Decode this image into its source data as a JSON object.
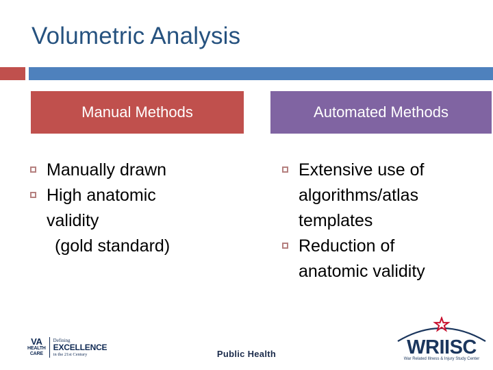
{
  "slide": {
    "title": "Volumetric Analysis",
    "accent_colors": {
      "title_blue": "#26527F",
      "rule_red": "#C0504D",
      "rule_blue": "#4E81BD",
      "chip_red": "#C0504D",
      "chip_purple": "#8064A2",
      "bullet_square": "#B5807F"
    },
    "columns": [
      {
        "header": "Manual Methods",
        "header_color": "#C0504D",
        "bullets": [
          {
            "text": "Manually drawn",
            "marker": "square",
            "continuations": []
          },
          {
            "text": "High anatomic",
            "marker": "square",
            "continuations": [
              "validity",
              "(gold standard)"
            ]
          }
        ]
      },
      {
        "header": "Automated Methods",
        "header_color": "#8064A2",
        "bullets": [
          {
            "text": "Extensive use of",
            "marker": "square",
            "continuations": [
              "algorithms/atlas",
              "templates"
            ]
          },
          {
            "text": "Reduction of",
            "marker": "square",
            "continuations": [
              "anatomic validity"
            ]
          }
        ]
      }
    ]
  },
  "footer": {
    "center_text": "Public Health",
    "va_logo": {
      "mark_line1": "VA",
      "mark_line2": "HEALTH",
      "mark_line3": "CARE",
      "tag_line1": "Defining",
      "tag_line2": "EXCELLENCE",
      "tag_line3": "in the 21st Century"
    },
    "wriisc_logo": {
      "wordmark": "WRIISC",
      "tagline": "War Related Illness & Injury Study Center"
    }
  }
}
